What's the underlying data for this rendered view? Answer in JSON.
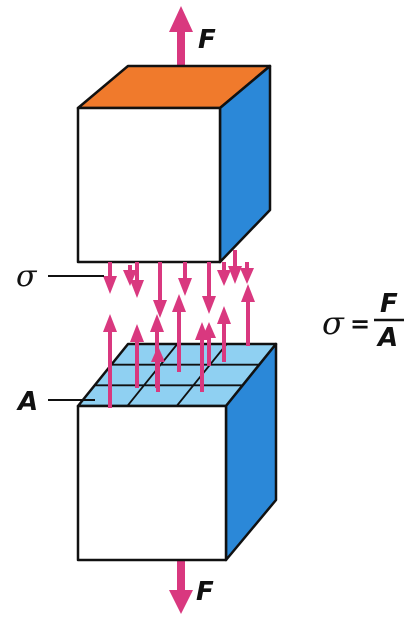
{
  "labels": {
    "force_top": "F",
    "force_bottom": "F",
    "stress": "σ",
    "area": "A"
  },
  "formula": {
    "lhs": "σ",
    "equals": "=",
    "numerator": "F",
    "denominator": "A"
  },
  "colors": {
    "arrow": "#d9387f",
    "top_face": "#f07a2c",
    "right_face": "#2b88d8",
    "front_face": "#ffffff",
    "cross_section": "#8fd0f2",
    "outline": "#111111"
  }
}
